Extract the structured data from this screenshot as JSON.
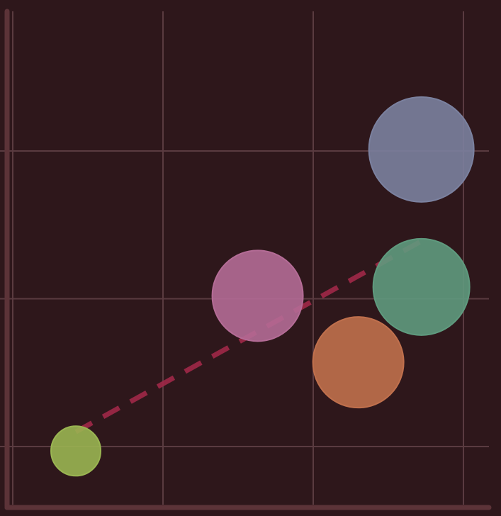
{
  "chart_data": {
    "type": "scatter",
    "title": "",
    "xlabel": "",
    "ylabel": "",
    "grid": true,
    "xlim": [
      0,
      3.2
    ],
    "ylim": [
      0,
      3.4
    ],
    "points": [
      {
        "x": 0.42,
        "y": 0.47,
        "size": 35,
        "color": "#9ab552"
      },
      {
        "x": 1.63,
        "y": 1.52,
        "size": 64,
        "color": "#b46c96"
      },
      {
        "x": 2.3,
        "y": 1.07,
        "size": 64,
        "color": "#c0704d"
      },
      {
        "x": 2.72,
        "y": 1.58,
        "size": 68,
        "color": "#5f9a7e"
      },
      {
        "x": 2.72,
        "y": 2.51,
        "size": 74,
        "color": "#7b819f"
      }
    ],
    "trendline": {
      "x": [
        0.42,
        2.72
      ],
      "y": [
        0.6,
        1.89
      ],
      "color": "#a02848",
      "style": "dashed"
    },
    "colors": {
      "background": "#2e171b",
      "grid": "#5a3b40",
      "axis": "#5c3338"
    }
  }
}
